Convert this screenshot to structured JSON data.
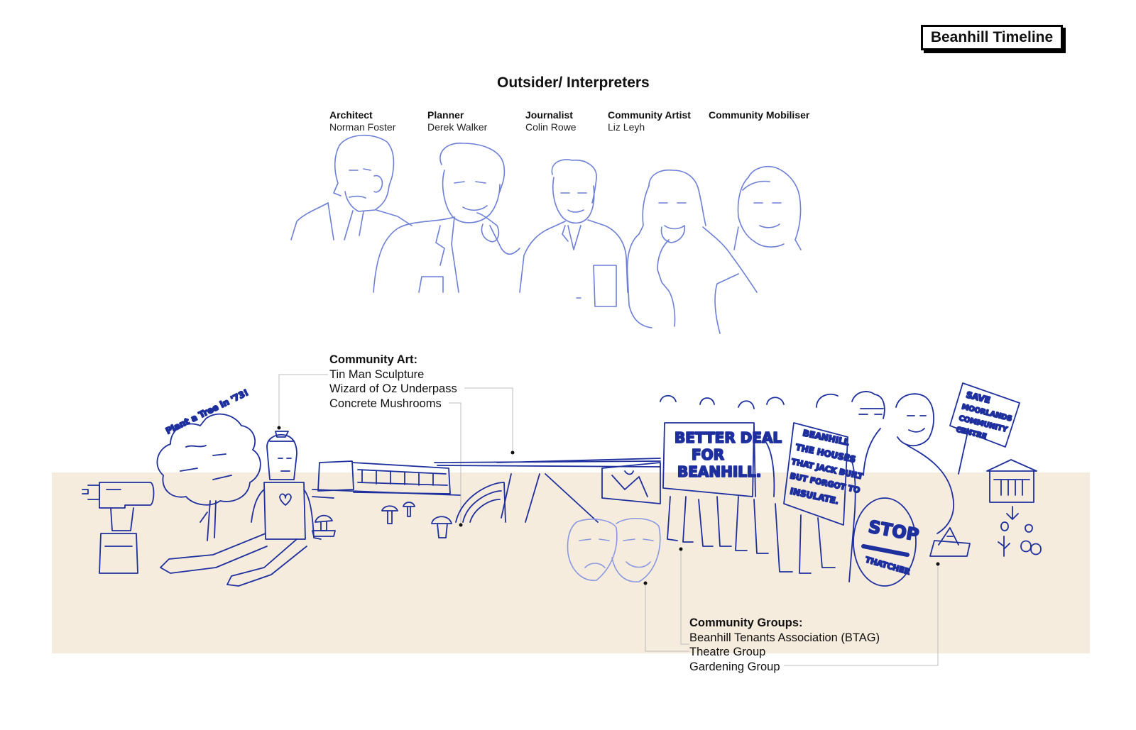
{
  "badge": "Beanhill Timeline",
  "heading": "Outsider/ Interpreters",
  "roles": [
    {
      "role": "Architect",
      "name": "Norman Foster"
    },
    {
      "role": "Planner",
      "name": "Derek Walker"
    },
    {
      "role": "Journalist",
      "name": "Colin Rowe"
    },
    {
      "role": "Community Artist",
      "name": "Liz Leyh"
    },
    {
      "role": "Community Mobiliser",
      "name": ""
    }
  ],
  "community_art": {
    "title": "Community Art:",
    "items": [
      "Tin Man Sculpture",
      "Wizard of Oz Underpass",
      "Concrete Mushrooms"
    ]
  },
  "community_groups": {
    "title": "Community Groups:",
    "items": [
      "Beanhill Tenants Association (BTAG)",
      "Theatre Group",
      "Gardening Group"
    ]
  },
  "drawing_text": {
    "plant": "Plant a Tree in '73!",
    "sign_better": [
      "BETTER DEAL",
      "FOR",
      "BEANHILL."
    ],
    "sign_houses": [
      "BEANHILL",
      "THE HOUSES",
      "THAT JACK BUILT",
      "BUT FORGOT TO",
      "INSULATE."
    ],
    "sign_stop": [
      "STOP",
      "THATCHER"
    ],
    "sign_save": [
      "SAVE",
      "MOORLANDS",
      "COMMUNITY",
      "CENTRE"
    ]
  },
  "colors": {
    "sketch_light": "#6d7fd6",
    "sketch_dark": "#1e2f9e",
    "ground": "#f6ecdd"
  }
}
